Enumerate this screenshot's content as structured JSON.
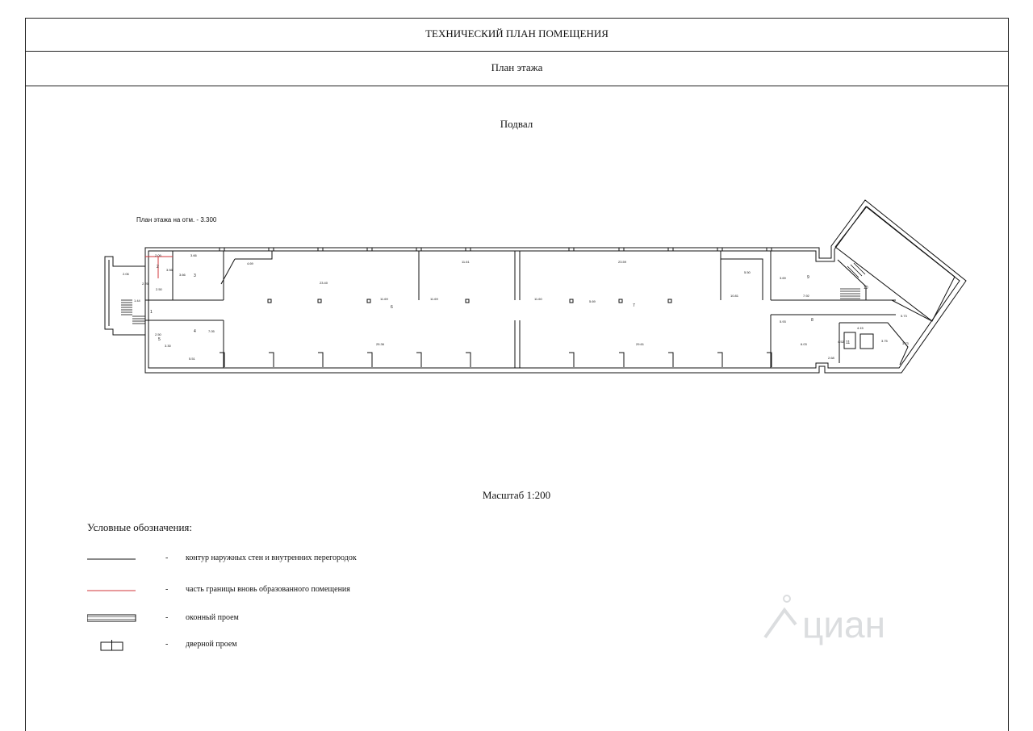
{
  "header": {
    "title": "ТЕХНИЧЕСКИЙ ПЛАН ПОМЕЩЕНИЯ",
    "subtitle": "План этажа"
  },
  "plan": {
    "floor": "Подвал",
    "caption": "План этажа на отм. - 3.300",
    "rooms": [
      "1",
      "2",
      "3",
      "4",
      "5",
      "6",
      "7",
      "8",
      "9",
      "10",
      "11"
    ],
    "dimensions": {
      "d_2_09": "2.09",
      "d_3_66": "3.66",
      "d_3_56": "3.56",
      "d_3_66b": "3.66",
      "d_2_06": "2.06",
      "d_2_25": "2.25",
      "d_2_50": "2.50",
      "d_1_44": "1.44",
      "d_4_69": "4.69",
      "d_23_40": "23.40",
      "d_11_69": "11.69",
      "d_11_61": "11.61",
      "d_11_69b": "11.69",
      "d_11_60": "11.60",
      "d_23_59": "23.59",
      "d_5_69": "5.69",
      "d_5_50": "5.50",
      "d_3_69": "3.69",
      "d_10_81": "10.81",
      "d_7_92": "7.92",
      "d_2_50b": "2.50",
      "d_3_30": "3.30",
      "d_7_05": "7.05",
      "d_5_51": "5.51",
      "d_25_36": "25.36",
      "d_29_61": "29.61",
      "d_5_93": "5.93",
      "d_6_03": "6.03",
      "d_2_68": "2.68",
      "d_4_15": "4.15",
      "d_4_52": "4.52",
      "d_3_75": "3.75",
      "d_3_73": "3.73",
      "d_5_73": "5.73"
    }
  },
  "scale": "Масштаб 1:200",
  "legend": {
    "title": "Условные обозначения:",
    "items": [
      {
        "dash": "-",
        "text": "контур наружных стен и внутренних перегородок"
      },
      {
        "dash": "-",
        "text": "часть границы вновь образованного помещения"
      },
      {
        "dash": "-",
        "text": "оконный проем"
      },
      {
        "dash": "-",
        "text": "дверной проем"
      }
    ]
  },
  "watermark": "циан",
  "colors": {
    "line": "#111111",
    "new_boundary": "#d0343a"
  }
}
